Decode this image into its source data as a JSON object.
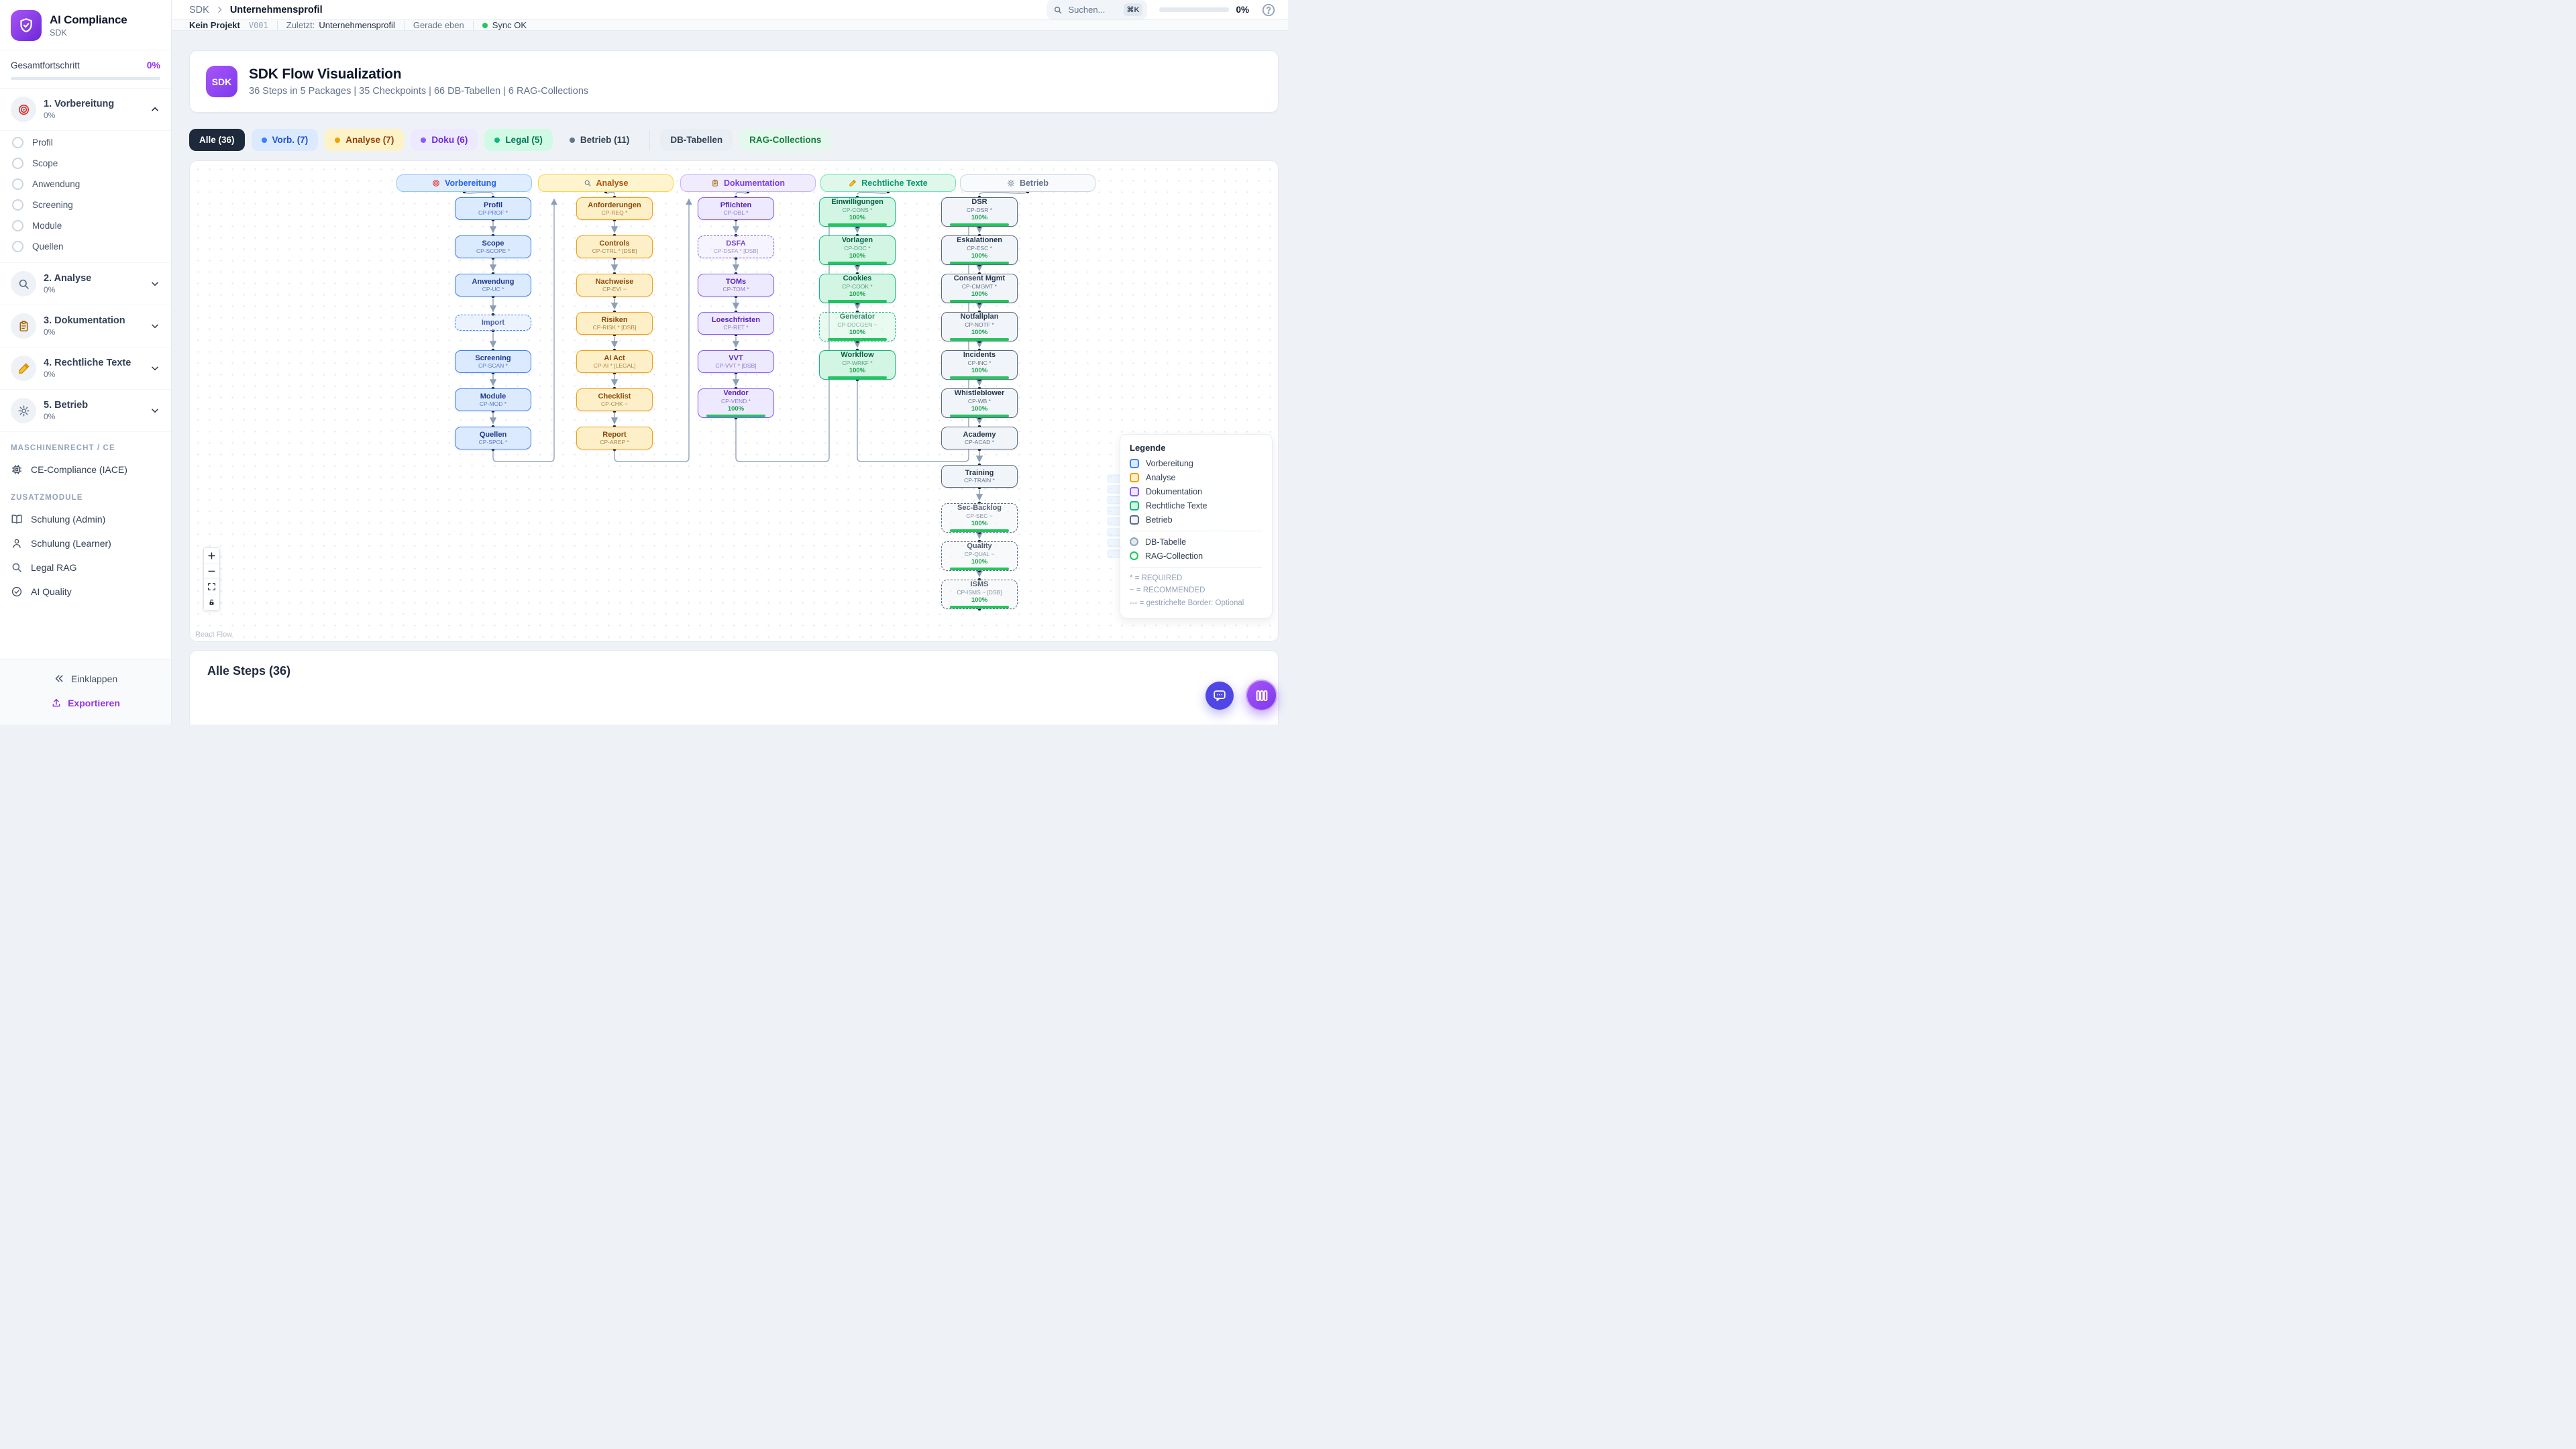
{
  "app": {
    "title": "AI Compliance",
    "subtitle": "SDK"
  },
  "sidebar": {
    "overall_label": "Gesamtfortschritt",
    "overall_value": "0%",
    "sections": [
      {
        "icon": "target-icon",
        "label": "1. Vorbereitung",
        "progress": "0%",
        "expanded": true,
        "items": [
          "Profil",
          "Scope",
          "Anwendung",
          "Screening",
          "Module",
          "Quellen"
        ]
      },
      {
        "icon": "search-icon",
        "label": "2. Analyse",
        "progress": "0%",
        "expanded": false,
        "items": []
      },
      {
        "icon": "clipboard-icon",
        "label": "3. Dokumentation",
        "progress": "0%",
        "expanded": false,
        "items": []
      },
      {
        "icon": "memo-icon",
        "label": "4. Rechtliche Texte",
        "progress": "0%",
        "expanded": false,
        "items": []
      },
      {
        "icon": "gear-icon",
        "label": "5. Betrieb",
        "progress": "0%",
        "expanded": false,
        "items": []
      }
    ],
    "groups": [
      {
        "heading": "MASCHINENRECHT / CE",
        "items": [
          {
            "icon": "cpu-icon",
            "label": "CE-Compliance (IACE)"
          }
        ]
      },
      {
        "heading": "ZUSATZMODULE",
        "items": [
          {
            "icon": "book-icon",
            "label": "Schulung (Admin)"
          },
          {
            "icon": "user-icon",
            "label": "Schulung (Learner)"
          },
          {
            "icon": "search-icon",
            "label": "Legal RAG"
          },
          {
            "icon": "check-circle-icon",
            "label": "AI Quality"
          }
        ]
      }
    ],
    "collapse_label": "Einklappen",
    "export_label": "Exportieren"
  },
  "header": {
    "breadcrumb_root": "SDK",
    "breadcrumb_current": "Unternehmensprofil",
    "search_placeholder": "Suchen...",
    "search_shortcut": "⌘K",
    "progress_value": "0%"
  },
  "statusbar": {
    "project": "Kein Projekt",
    "version": "V001",
    "last_label": "Zuletzt:",
    "last_value": "Unternehmensprofil",
    "time": "Gerade eben",
    "sync": "Sync OK"
  },
  "hero": {
    "badge": "SDK",
    "title": "SDK Flow Visualization",
    "subtitle": "36 Steps in 5 Packages | 35 Checkpoints | 66 DB-Tabellen | 6 RAG-Collections"
  },
  "filters": [
    {
      "label": "Alle (36)",
      "kind": "dark"
    },
    {
      "label": "Vorb. (7)",
      "kind": "blue",
      "dot": "#3b82f6"
    },
    {
      "label": "Analyse (7)",
      "kind": "amber",
      "dot": "#f59e0b"
    },
    {
      "label": "Doku (6)",
      "kind": "purple",
      "dot": "#8b5cf6"
    },
    {
      "label": "Legal (5)",
      "kind": "green",
      "dot": "#10b981"
    },
    {
      "label": "Betrieb (11)",
      "kind": "slate",
      "dot": "#64748b"
    },
    {
      "label": "DB-Tabellen",
      "kind": "plain",
      "divider_before": true
    },
    {
      "label": "RAG-Collections",
      "kind": "rag"
    }
  ],
  "flow": {
    "packages": [
      {
        "label": "Vorbereitung",
        "icon": "target-icon",
        "color": "blue",
        "nodes": [
          {
            "title": "Profil",
            "code": "CP-PROF *"
          },
          {
            "title": "Scope",
            "code": "CP-SCOPE *"
          },
          {
            "title": "Anwendung",
            "code": "CP-UC *"
          },
          {
            "title": "Import",
            "code": "",
            "dashed": true
          },
          {
            "title": "Screening",
            "code": "CP-SCAN *"
          },
          {
            "title": "Module",
            "code": "CP-MOD *"
          },
          {
            "title": "Quellen",
            "code": "CP-SPOL *"
          }
        ]
      },
      {
        "label": "Analyse",
        "icon": "search-icon",
        "color": "amber",
        "nodes": [
          {
            "title": "Anforderungen",
            "code": "CP-REQ *"
          },
          {
            "title": "Controls",
            "code": "CP-CTRL * [DSB]"
          },
          {
            "title": "Nachweise",
            "code": "CP-EVI ~"
          },
          {
            "title": "Risiken",
            "code": "CP-RISK * [DSB]"
          },
          {
            "title": "AI Act",
            "code": "CP-AI * [LEGAL]"
          },
          {
            "title": "Checklist",
            "code": "CP-CHK ~"
          },
          {
            "title": "Report",
            "code": "CP-AREP *"
          }
        ]
      },
      {
        "label": "Dokumentation",
        "icon": "clipboard-icon",
        "color": "purple",
        "nodes": [
          {
            "title": "Pflichten",
            "code": "CP-OBL *"
          },
          {
            "title": "DSFA",
            "code": "CP-DSFA * [DSB]",
            "dashed": true
          },
          {
            "title": "TOMs",
            "code": "CP-TOM *"
          },
          {
            "title": "Loeschfristen",
            "code": "CP-RET *"
          },
          {
            "title": "VVT",
            "code": "CP-VVT * [DSB]"
          },
          {
            "title": "Vendor",
            "code": "CP-VEND *",
            "progress": "100%"
          }
        ]
      },
      {
        "label": "Rechtliche Texte",
        "icon": "memo-icon",
        "color": "green",
        "nodes": [
          {
            "title": "Einwilligungen",
            "code": "CP-CONS *",
            "progress": "100%"
          },
          {
            "title": "Vorlagen",
            "code": "CP-DOC *",
            "progress": "100%"
          },
          {
            "title": "Cookies",
            "code": "CP-COOK *",
            "progress": "100%"
          },
          {
            "title": "Generator",
            "code": "CP-DOCGEN ~",
            "progress": "100%",
            "dashed": true
          },
          {
            "title": "Workflow",
            "code": "CP-WRKF *",
            "progress": "100%"
          }
        ]
      },
      {
        "label": "Betrieb",
        "icon": "gear-icon",
        "color": "slate",
        "nodes": [
          {
            "title": "DSR",
            "code": "CP-DSR *",
            "progress": "100%"
          },
          {
            "title": "Eskalationen",
            "code": "CP-ESC *",
            "progress": "100%"
          },
          {
            "title": "Consent Mgmt",
            "code": "CP-CMGMT *",
            "progress": "100%"
          },
          {
            "title": "Notfallplan",
            "code": "CP-NOTF *",
            "progress": "100%"
          },
          {
            "title": "Incidents",
            "code": "CP-INC *",
            "progress": "100%"
          },
          {
            "title": "Whistleblower",
            "code": "CP-WB *",
            "progress": "100%"
          },
          {
            "title": "Academy",
            "code": "CP-ACAD *"
          },
          {
            "title": "Training",
            "code": "CP-TRAIN *"
          },
          {
            "title": "Sec-Backlog",
            "code": "CP-SEC ~",
            "progress": "100%",
            "dashed": true
          },
          {
            "title": "Quality",
            "code": "CP-QUAL ~",
            "progress": "100%",
            "dashed": true
          },
          {
            "title": "ISMS",
            "code": "CP-ISMS ~ [DSB]",
            "progress": "100%",
            "dashed": true
          }
        ]
      }
    ],
    "attribution": "React Flow"
  },
  "legend": {
    "title": "Legende",
    "packages": [
      {
        "label": "Vorbereitung",
        "color": "blue"
      },
      {
        "label": "Analyse",
        "color": "amber"
      },
      {
        "label": "Dokumentation",
        "color": "purple"
      },
      {
        "label": "Rechtliche Texte",
        "color": "green"
      },
      {
        "label": "Betrieb",
        "color": "slate"
      }
    ],
    "shapes": [
      {
        "label": "DB-Tabelle",
        "kind": "db"
      },
      {
        "label": "RAG-Collection",
        "kind": "rag"
      }
    ],
    "notes": [
      "* = REQUIRED",
      "~ = RECOMMENDED",
      "--- = gestrichelte Border: Optional"
    ]
  },
  "steps_panel": {
    "title": "Alle Steps (36)"
  },
  "colors": {
    "accent_purple": "#9333ea",
    "sync_green": "#22c55e",
    "progress_green": "#22c55e",
    "edge_gray": "#9aa8bd"
  }
}
